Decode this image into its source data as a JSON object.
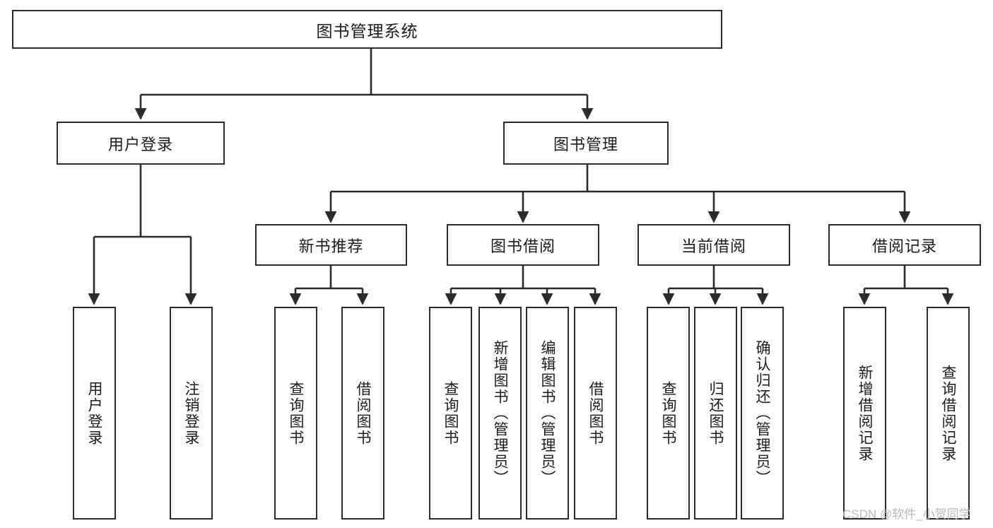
{
  "diagram": {
    "title": "图书管理系统",
    "watermark": "CSDN @软件_小贺同学",
    "colors": {
      "stroke": "#2b2b2b",
      "fill": "#ffffff",
      "text": "#1b1b1b",
      "watermark": "#b8b8b8"
    },
    "nodes": {
      "root": {
        "label": "图书管理系统"
      },
      "level2": [
        {
          "id": "user-login",
          "label": "用户登录"
        },
        {
          "id": "book-manage",
          "label": "图书管理"
        }
      ],
      "level3": [
        {
          "id": "new-book-recommend",
          "label": "新书推荐"
        },
        {
          "id": "book-borrow",
          "label": "图书借阅"
        },
        {
          "id": "current-borrow",
          "label": "当前借阅"
        },
        {
          "id": "borrow-record",
          "label": "借阅记录"
        }
      ],
      "leaves": {
        "user-login": [
          {
            "id": "user-login-leaf",
            "label": "用户登录"
          },
          {
            "id": "logout-leaf",
            "label": "注销登录"
          }
        ],
        "new-book-recommend": [
          {
            "id": "query-book-1",
            "label": "查询图书"
          },
          {
            "id": "borrow-book-1",
            "label": "借阅图书"
          }
        ],
        "book-borrow": [
          {
            "id": "query-book-2",
            "label": "查询图书"
          },
          {
            "id": "add-book",
            "label": "新增图书（管理员）"
          },
          {
            "id": "edit-book",
            "label": "编辑图书（管理员）"
          },
          {
            "id": "borrow-book-2",
            "label": "借阅图书"
          }
        ],
        "current-borrow": [
          {
            "id": "query-book-3",
            "label": "查询图书"
          },
          {
            "id": "return-book",
            "label": "归还图书"
          },
          {
            "id": "confirm-return",
            "label": "确认归还（管理员）"
          }
        ],
        "borrow-record": [
          {
            "id": "add-borrow-record",
            "label": "新增借阅记录"
          },
          {
            "id": "query-borrow-record",
            "label": "查询借阅记录"
          }
        ]
      }
    }
  }
}
